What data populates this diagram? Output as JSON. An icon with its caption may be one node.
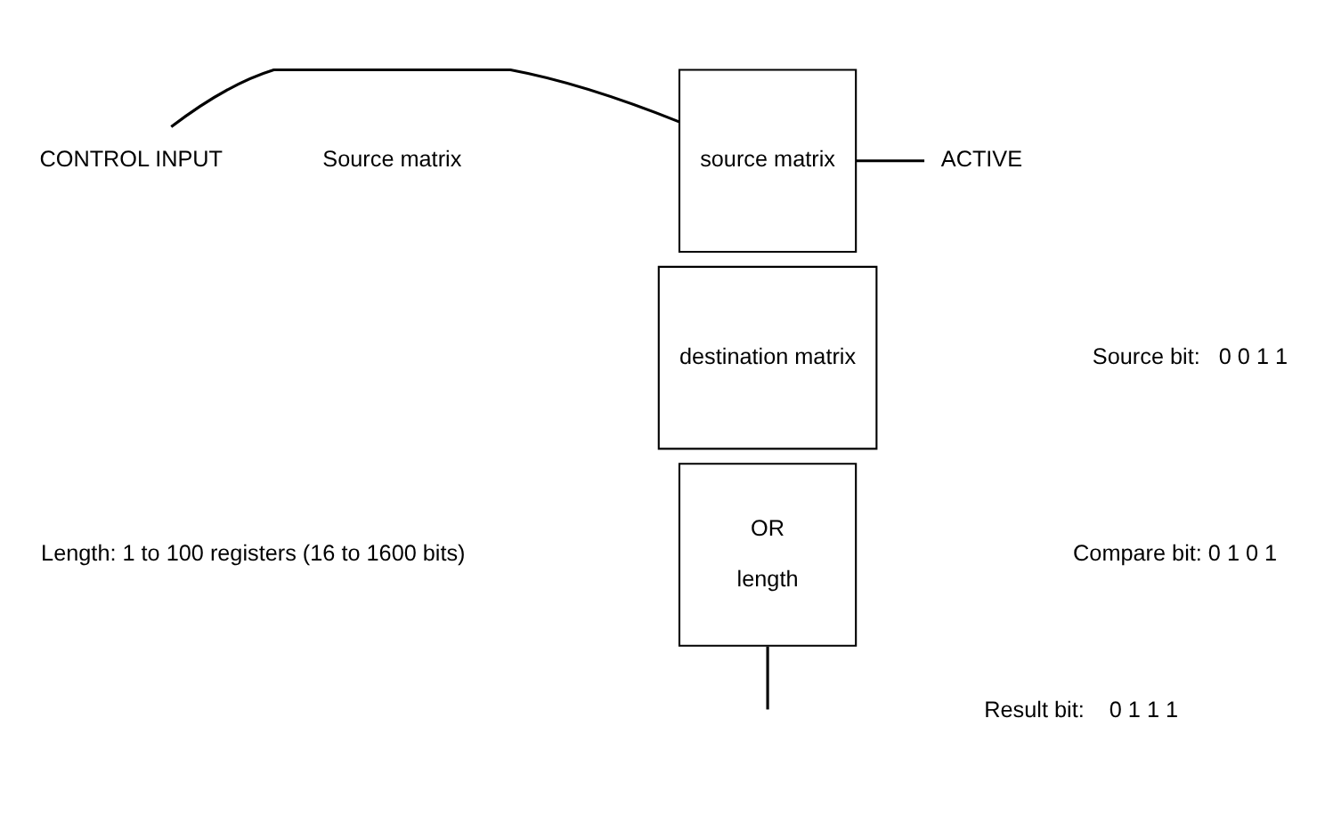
{
  "diagram": {
    "nodes": [
      {
        "text": [
          "CONTROL INPUT"
        ]
      },
      {
        "text": [
          "source matrix"
        ]
      },
      {
        "text": [
          "destination matrix"
        ]
      },
      {
        "text": [
          "OR",
          "length"
        ]
      },
      {
        "text": [
          "ACTIVE"
        ]
      }
    ],
    "edges": [
      {
        "from": 0,
        "to": 1,
        "arrow": "none"
      },
      {
        "from": 1,
        "to": 4,
        "arrow": "none"
      },
      {
        "from": 3,
        "to": null,
        "arrow": "none"
      }
    ],
    "labels": [
      "Source matrix",
      "Source bit:   0 0 1 1",
      "Compare bit: 0 1 0 1",
      "Result bit:    0 1 1 1",
      "Length: 1 to 100 registers (16 to 1600 bits)"
    ]
  }
}
